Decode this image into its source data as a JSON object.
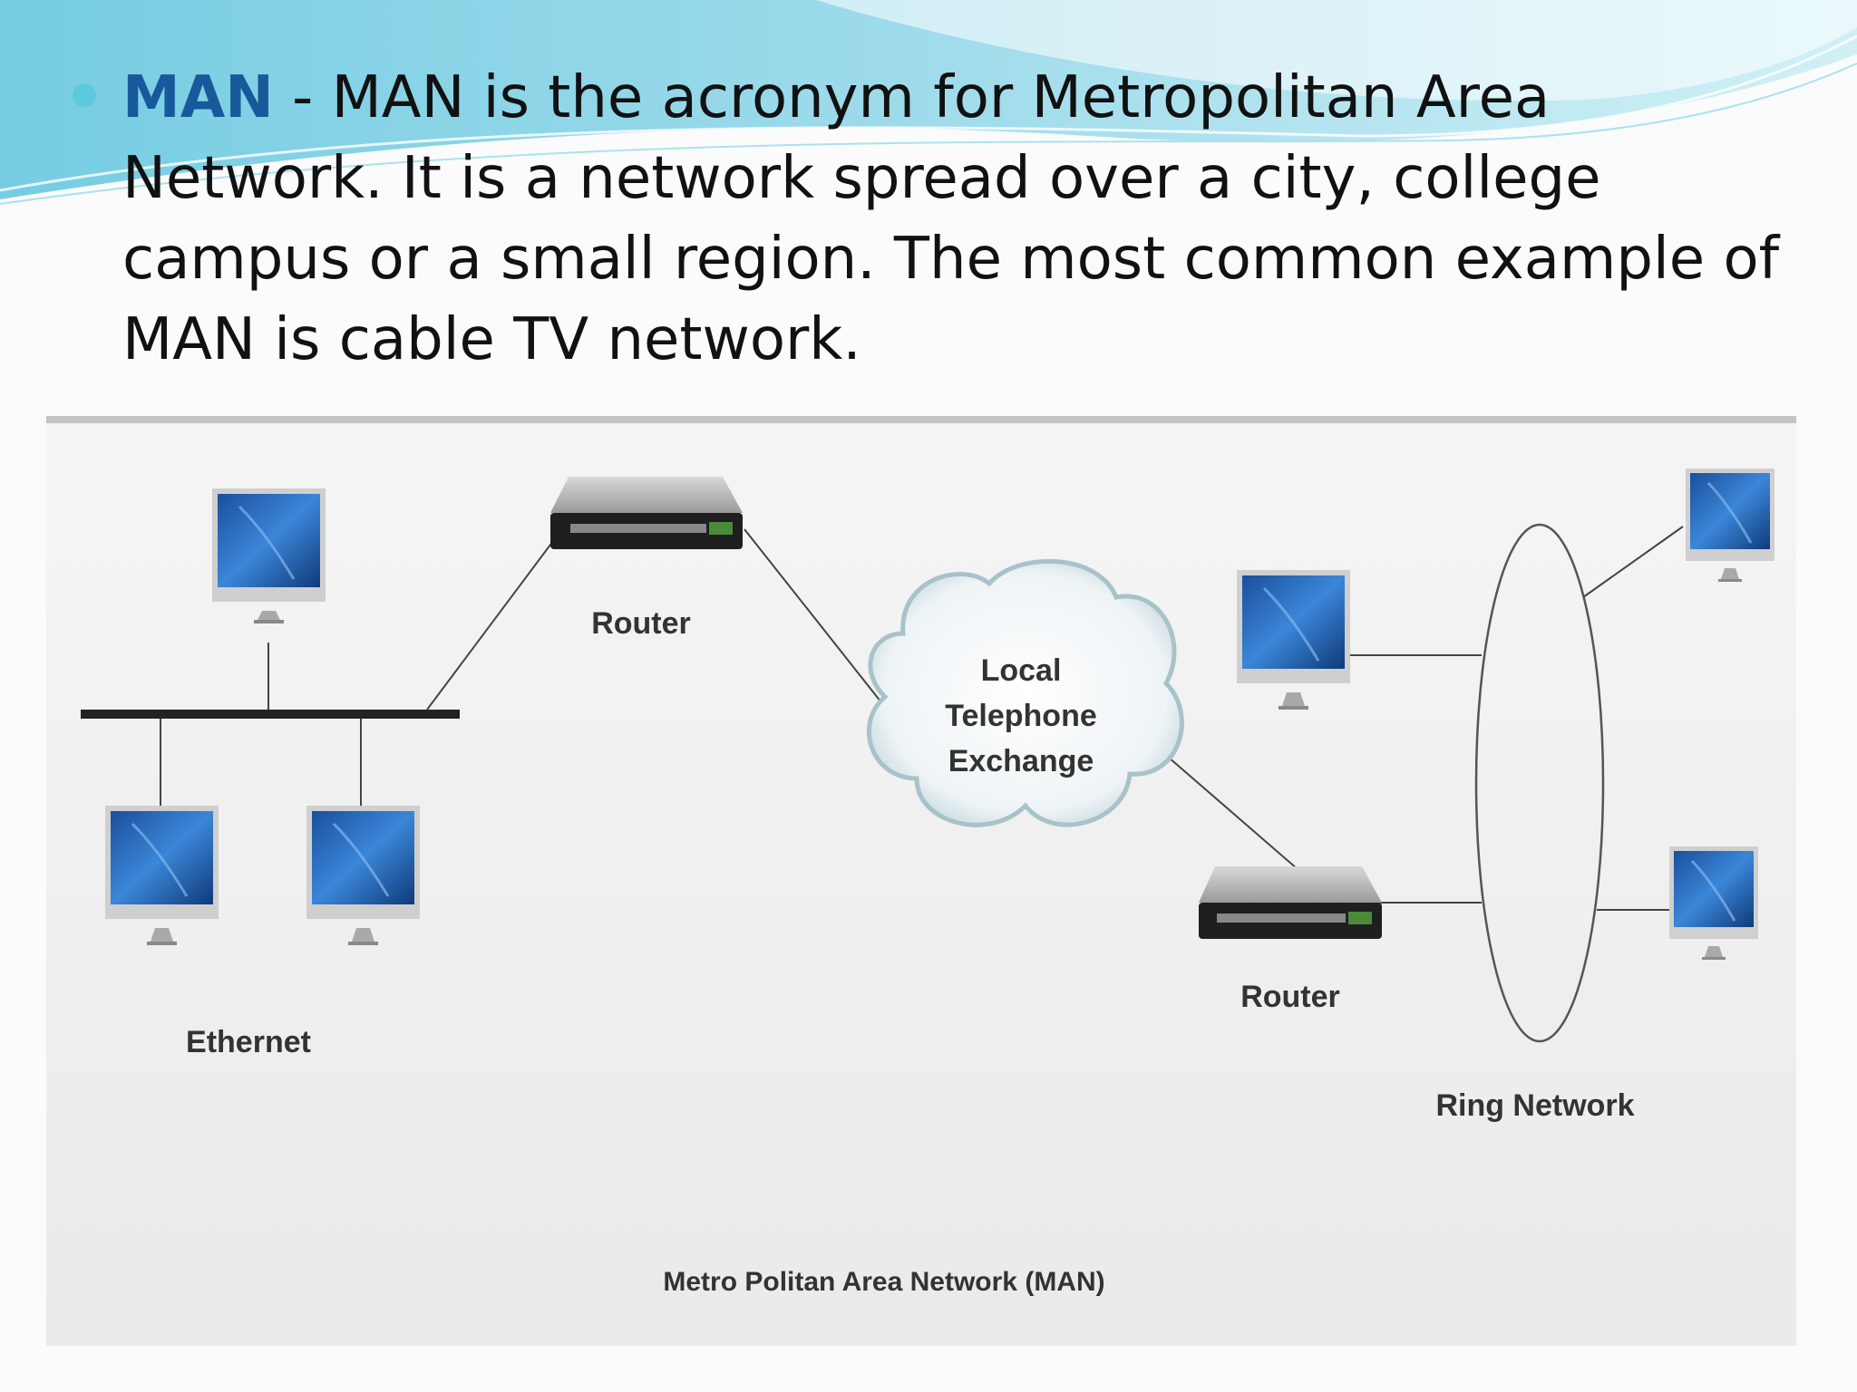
{
  "bullet": {
    "term": "MAN",
    "text": " - MAN is the acronym for Metropolitan Area Network. It is a network spread over a city, college campus or a small region. The most common example of MAN is cable TV network."
  },
  "diagram": {
    "router_left_label": "Router",
    "router_right_label": "Router",
    "exchange_line1": "Local",
    "exchange_line2": "Telephone",
    "exchange_line3": "Exchange",
    "ethernet_label": "Ethernet",
    "ring_label": "Ring Network",
    "caption": "Metro Politan Area Network (MAN)"
  },
  "colors": {
    "accent_term": "#17599a",
    "bullet_dot": "#5cc9dd",
    "swoosh": "#7fd3e6"
  }
}
